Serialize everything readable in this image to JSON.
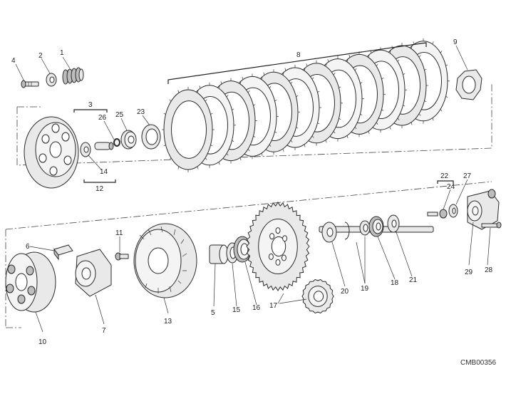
{
  "drawing": {
    "code": "CMB00356",
    "callouts": [
      {
        "id": "c1",
        "text": "1"
      },
      {
        "id": "c2",
        "text": "2"
      },
      {
        "id": "c3",
        "text": "3"
      },
      {
        "id": "c4",
        "text": "4"
      },
      {
        "id": "c5",
        "text": "5"
      },
      {
        "id": "c6",
        "text": "6"
      },
      {
        "id": "c7",
        "text": "7"
      },
      {
        "id": "c8",
        "text": "8"
      },
      {
        "id": "c9",
        "text": "9"
      },
      {
        "id": "c10",
        "text": "10"
      },
      {
        "id": "c11",
        "text": "11"
      },
      {
        "id": "c12",
        "text": "12"
      },
      {
        "id": "c13",
        "text": "13"
      },
      {
        "id": "c14",
        "text": "14"
      },
      {
        "id": "c15",
        "text": "15"
      },
      {
        "id": "c16",
        "text": "16"
      },
      {
        "id": "c17",
        "text": "17"
      },
      {
        "id": "c18",
        "text": "18"
      },
      {
        "id": "c19",
        "text": "19"
      },
      {
        "id": "c20",
        "text": "20"
      },
      {
        "id": "c21",
        "text": "21"
      },
      {
        "id": "c22",
        "text": "22"
      },
      {
        "id": "c23",
        "text": "23"
      },
      {
        "id": "c24",
        "text": "24"
      },
      {
        "id": "c25",
        "text": "25"
      },
      {
        "id": "c26",
        "text": "26"
      },
      {
        "id": "c27",
        "text": "27"
      },
      {
        "id": "c28",
        "text": "28"
      },
      {
        "id": "c29",
        "text": "29"
      }
    ]
  }
}
